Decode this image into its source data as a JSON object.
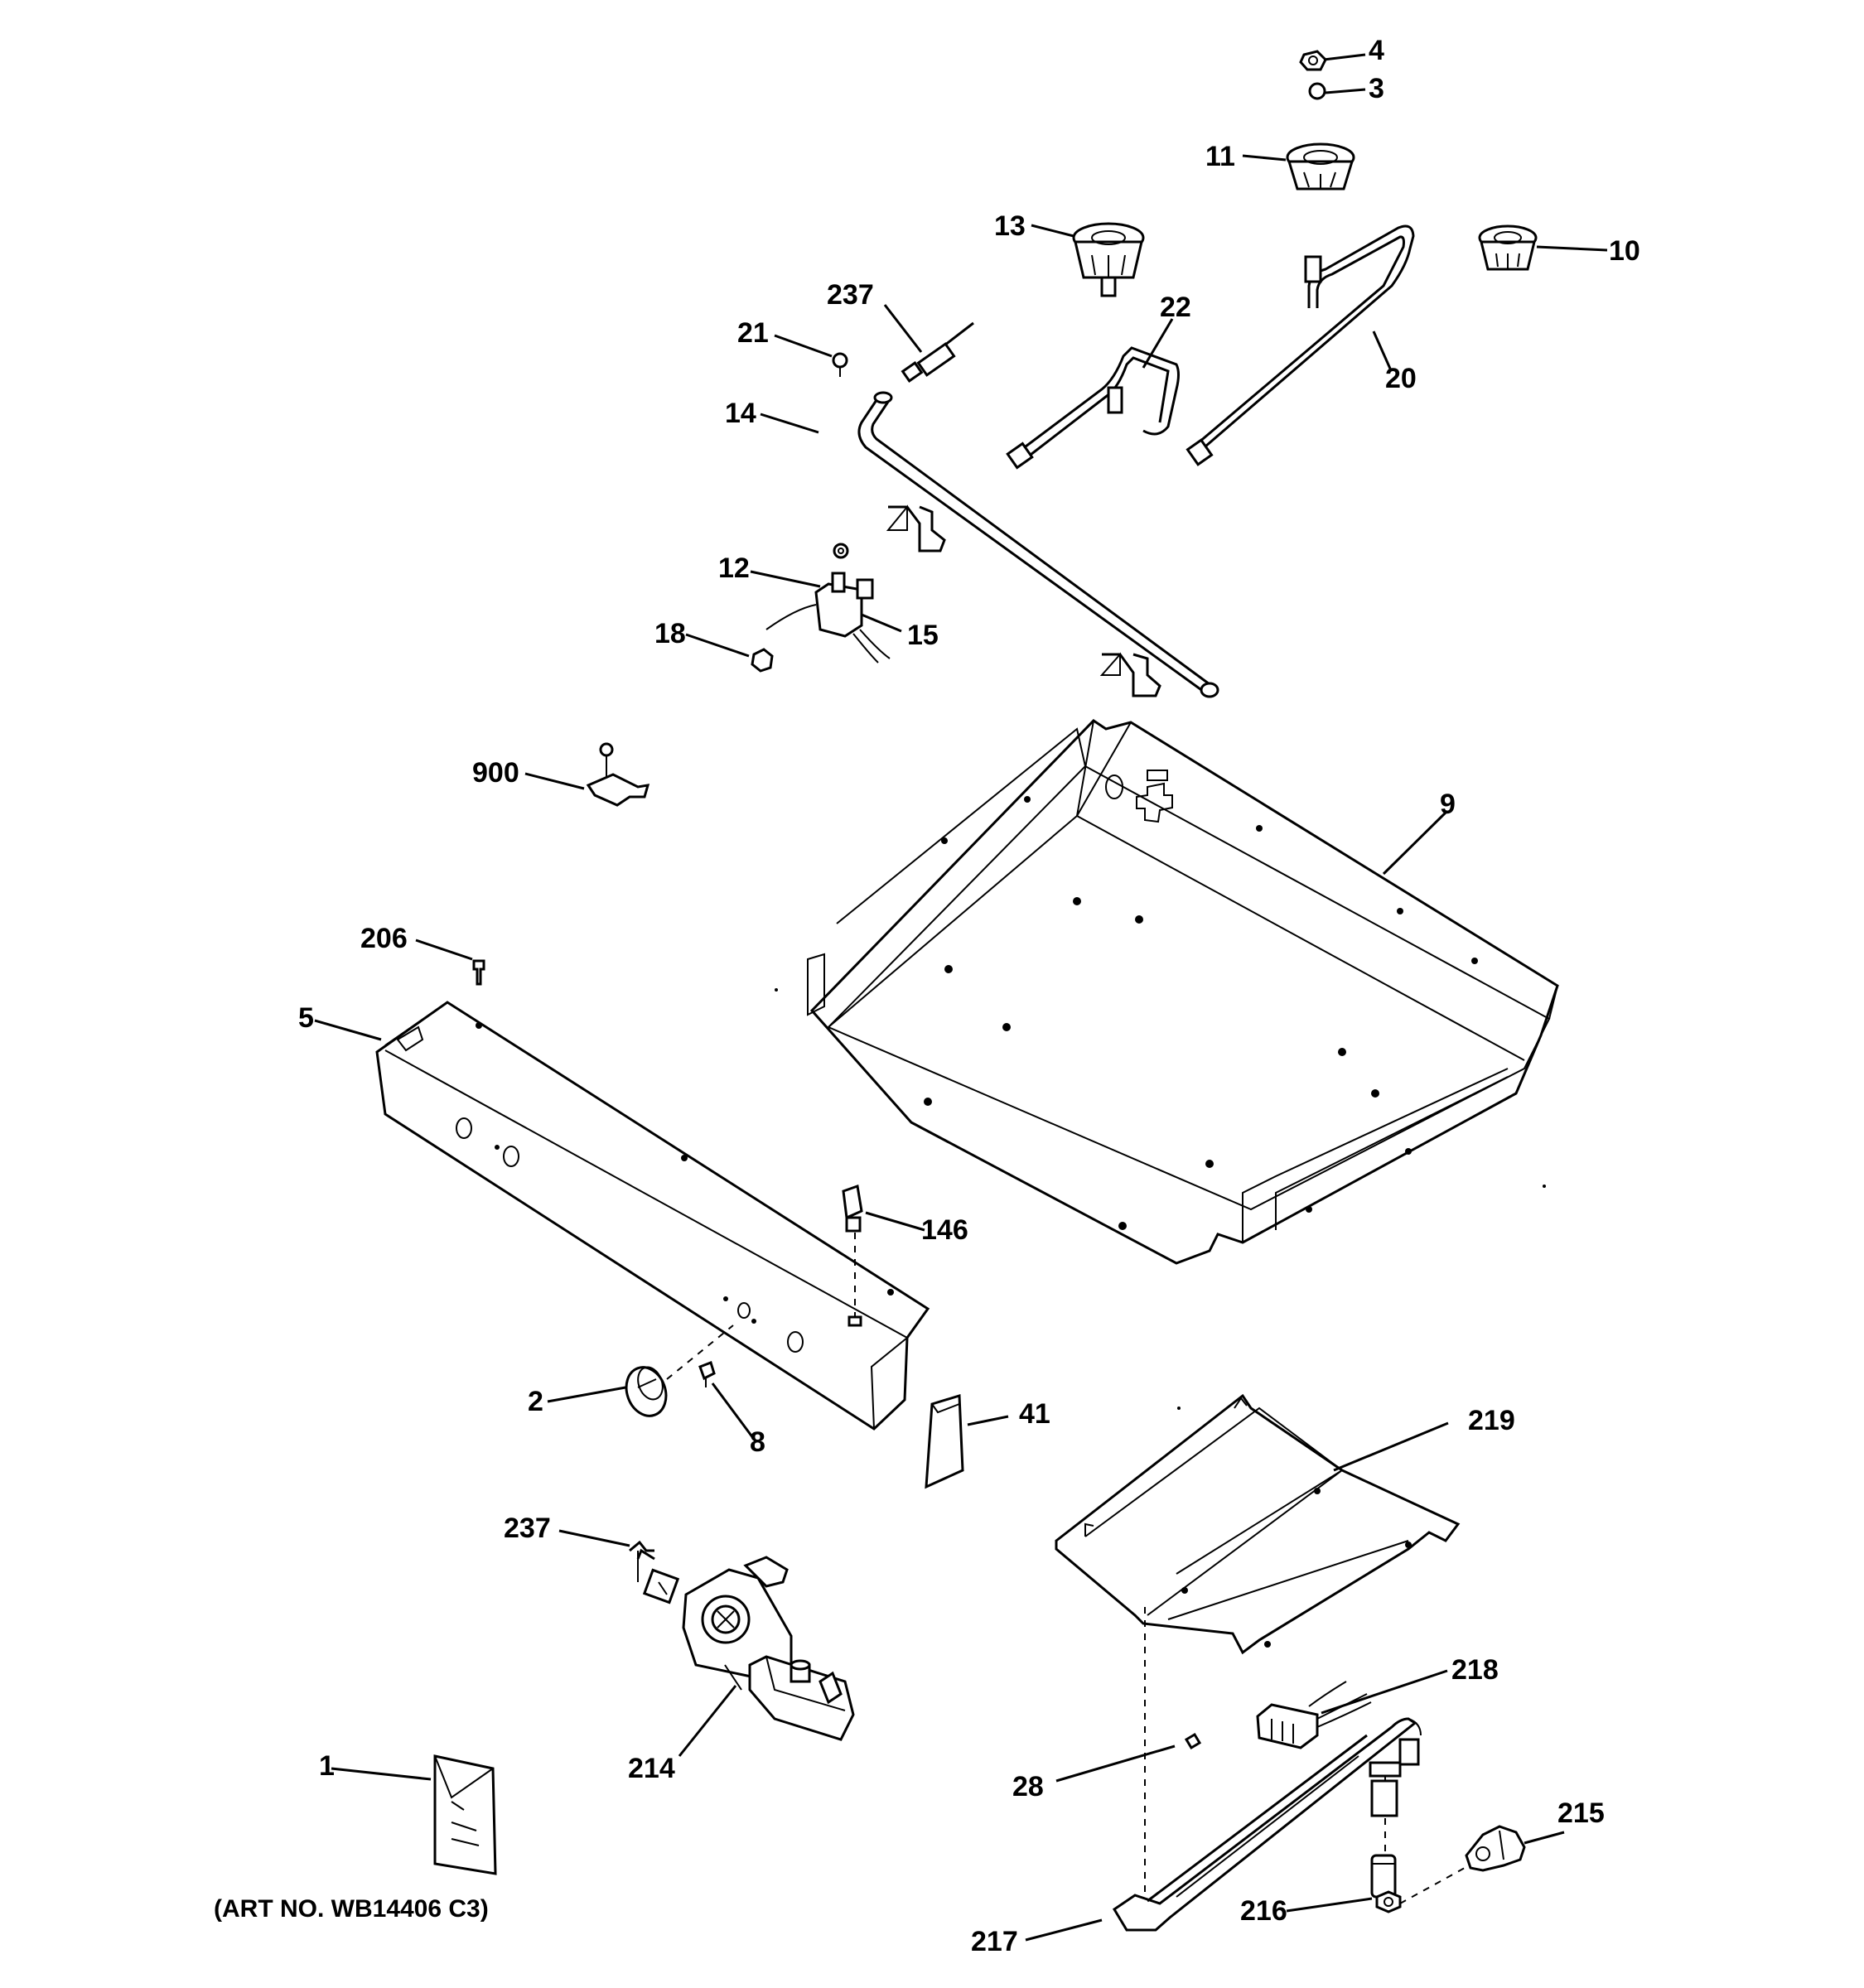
{
  "labels": {
    "p4": "4",
    "p3": "3",
    "p11": "11",
    "p13": "13",
    "p10": "10",
    "p237a": "237",
    "p21": "21",
    "p22": "22",
    "p20": "20",
    "p14": "14",
    "p12": "12",
    "p15": "15",
    "p18": "18",
    "p900": "900",
    "p9": "9",
    "p206": "206",
    "p5": "5",
    "p146": "146",
    "p2": "2",
    "p8": "8",
    "p41": "41",
    "p219": "219",
    "p237b": "237",
    "p214": "214",
    "p218": "218",
    "p1": "1",
    "p28": "28",
    "p215": "215",
    "p216": "216",
    "p217": "217"
  },
  "caption": "(ART NO. WB14406 C3)"
}
